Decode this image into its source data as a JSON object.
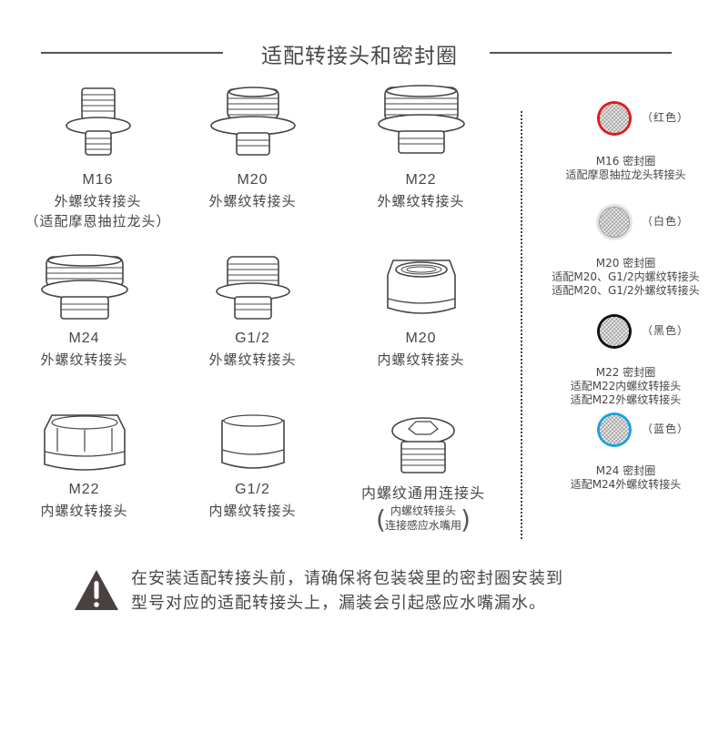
{
  "header": {
    "title": "适配转接头和密封圈"
  },
  "adapters": [
    {
      "code": "M16",
      "desc": "外螺纹转接头",
      "note": "（适配摩恩抽拉龙头）",
      "shape": "male-small"
    },
    {
      "code": "M20",
      "desc": "外螺纹转接头",
      "shape": "male-medium"
    },
    {
      "code": "M22",
      "desc": "外螺纹转接头",
      "shape": "male-large"
    },
    {
      "code": "M24",
      "desc": "外螺纹转接头",
      "shape": "male-xlarge"
    },
    {
      "code": "G1/2",
      "desc": "外螺纹转接头",
      "shape": "male-g12"
    },
    {
      "code": "M20",
      "desc": "内螺纹转接头",
      "shape": "female-round"
    },
    {
      "code": "M22",
      "desc": "内螺纹转接头",
      "shape": "female-hex"
    },
    {
      "code": "G1/2",
      "desc": "内螺纹转接头",
      "shape": "female-cylinder"
    },
    {
      "code": "",
      "desc": "内螺纹通用连接头",
      "note_lines": [
        "内螺纹转接头",
        "连接感应水嘴用"
      ],
      "shape": "hex-plug"
    }
  ],
  "seals": [
    {
      "color_label": "（红色）",
      "ring_color": "#e01b1b",
      "title": "M16 密封圈",
      "lines": [
        "适配摩恩抽拉龙头转接头"
      ]
    },
    {
      "color_label": "（白色）",
      "ring_color": "#e4e4e4",
      "title": "M20 密封圈",
      "lines": [
        "适配M20、G1/2内螺纹转接头",
        "适配M20、G1/2外螺纹转接头"
      ]
    },
    {
      "color_label": "（黑色）",
      "ring_color": "#111111",
      "title": "M22 密封圈",
      "lines": [
        "适配M22内螺纹转接头",
        "适配M22外螺纹转接头"
      ]
    },
    {
      "color_label": "（蓝色）",
      "ring_color": "#1aa3e0",
      "title": "M24 密封圈",
      "lines": [
        "适配M24外螺纹转接头"
      ]
    }
  ],
  "warning": {
    "icon": "warning-triangle-icon",
    "icon_color": "#4a4040",
    "lines": [
      "在安装适配转接头前，请确保将包装袋里的密封圈安装到",
      "型号对应的适配转接头上，漏装会引起感应水嘴漏水。"
    ]
  }
}
